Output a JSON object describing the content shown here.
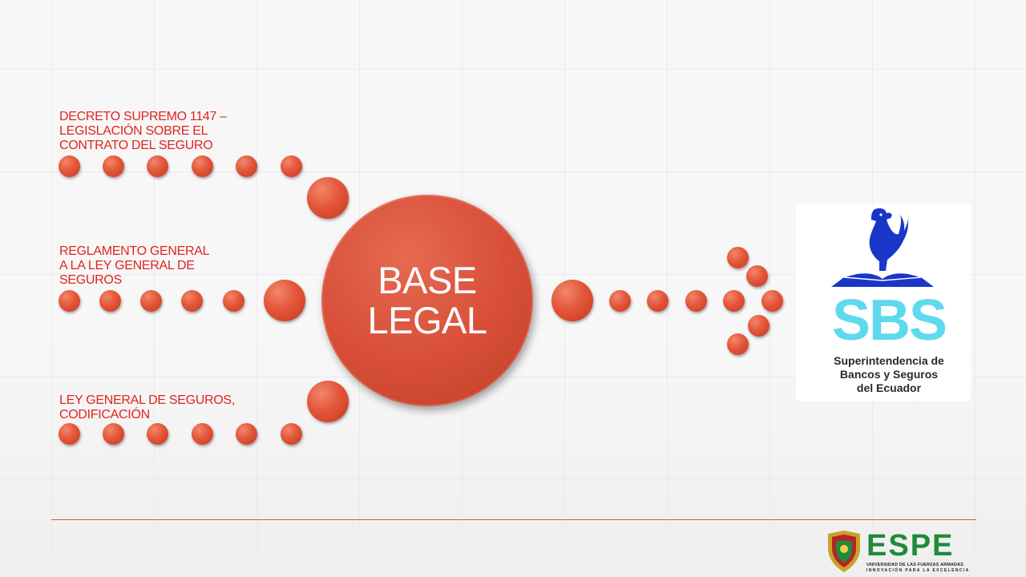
{
  "diagram": {
    "center": {
      "label": "BASE\nLEGAL"
    },
    "sources": [
      {
        "label": "DECRETO SUPREMO 1147 –\nLEGISLACIÓN SOBRE EL\nCONTRATO DEL SEGURO"
      },
      {
        "label": "REGLAMENTO GENERAL\nA LA LEY GENERAL DE\nSEGUROS"
      },
      {
        "label": "LEY GENERAL DE SEGUROS,\nCODIFICACIÓN"
      }
    ],
    "accent_color": "#e02420",
    "dot_color": "#d9503a"
  },
  "sbs_logo": {
    "letters": "SBS",
    "caption": "Superintendencia de\nBancos y Seguros\ndel Ecuador",
    "icon": "rooster-book-icon"
  },
  "espe_logo": {
    "name": "ESPE",
    "line1": "UNIVERSIDAD DE LAS FUERZAS ARMADAS",
    "line2": "INNOVACIÓN PARA LA EXCELENCIA",
    "icon": "espe-shield-icon"
  }
}
